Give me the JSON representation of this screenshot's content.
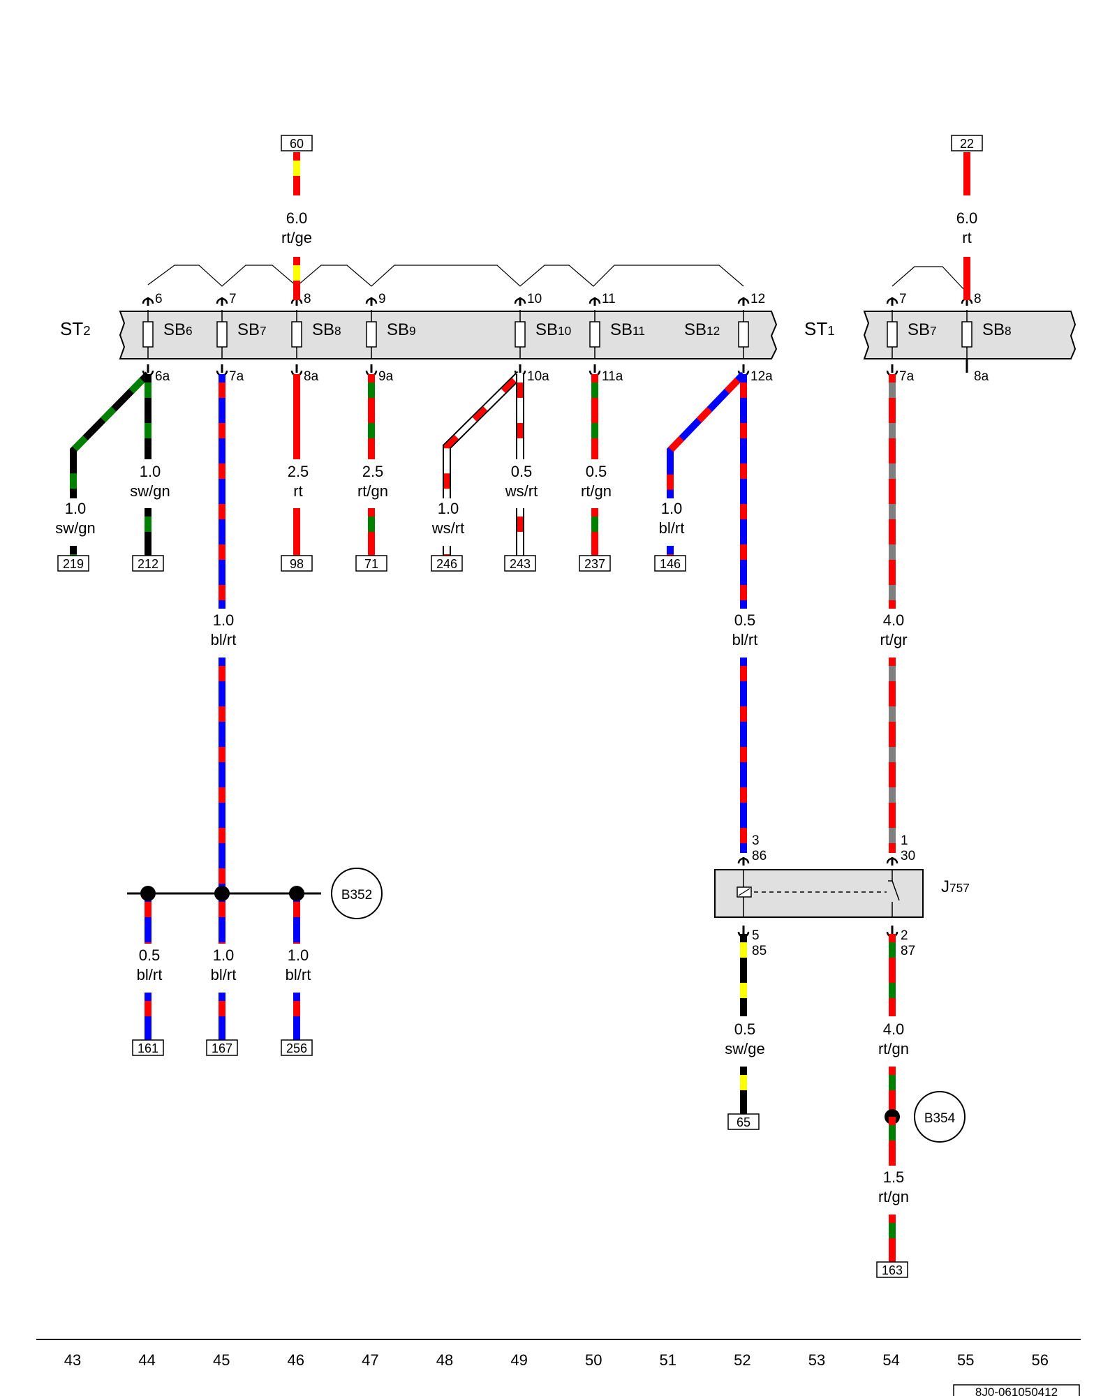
{
  "colors": {
    "rt": "#ff0000",
    "ge": "#ffff00",
    "gn": "#008000",
    "sw": "#000000",
    "bl": "#0000ff",
    "ws": "#ffffff",
    "gr": "#808080",
    "box_fill": "#e0e0e0"
  },
  "top_terminals": [
    {
      "id": "t60",
      "label": "60",
      "gauge": "6.0",
      "color": "rt/ge"
    },
    {
      "id": "t22",
      "label": "22",
      "gauge": "6.0",
      "color": "rt"
    }
  ],
  "fuse_holders": [
    {
      "id": "st2",
      "label": "ST2",
      "label_main": "ST",
      "label_sub": "2"
    },
    {
      "id": "st1",
      "label": "ST1",
      "label_main": "ST",
      "label_sub": "1"
    }
  ],
  "fuses": [
    {
      "label": "SB6",
      "main": "SB",
      "sub": "6",
      "in_pin": "6",
      "out_pin": "6a"
    },
    {
      "label": "SB7",
      "main": "SB",
      "sub": "7",
      "in_pin": "7",
      "out_pin": "7a"
    },
    {
      "label": "SB8",
      "main": "SB",
      "sub": "8",
      "in_pin": "8",
      "out_pin": "8a"
    },
    {
      "label": "SB9",
      "main": "SB",
      "sub": "9",
      "in_pin": "9",
      "out_pin": "9a"
    },
    {
      "label": "SB10",
      "main": "SB",
      "sub": "10",
      "in_pin": "10",
      "out_pin": "10a"
    },
    {
      "label": "SB11",
      "main": "SB",
      "sub": "11",
      "in_pin": "11",
      "out_pin": "11a"
    },
    {
      "label": "SB12",
      "main": "SB",
      "sub": "12",
      "in_pin": "12",
      "out_pin": "12a"
    },
    {
      "label": "SB7",
      "main": "SB",
      "sub": "7",
      "in_pin": "7",
      "out_pin": "7a"
    },
    {
      "label": "SB8",
      "main": "SB",
      "sub": "8",
      "in_pin": "8",
      "out_pin": "8a"
    }
  ],
  "wires": [
    {
      "gauge": "1.0",
      "color": "sw/gn",
      "terminal": "219"
    },
    {
      "gauge": "1.0",
      "color": "sw/gn",
      "terminal": "212"
    },
    {
      "gauge": "1.0",
      "color": "bl/rt"
    },
    {
      "gauge": "2.5",
      "color": "rt",
      "terminal": "98"
    },
    {
      "gauge": "2.5",
      "color": "rt/gn",
      "terminal": "71"
    },
    {
      "gauge": "1.0",
      "color": "ws/rt",
      "terminal": "246"
    },
    {
      "gauge": "0.5",
      "color": "ws/rt",
      "terminal": "243"
    },
    {
      "gauge": "0.5",
      "color": "rt/gn",
      "terminal": "237"
    },
    {
      "gauge": "1.0",
      "color": "bl/rt",
      "terminal": "146"
    },
    {
      "gauge": "0.5",
      "color": "bl/rt"
    },
    {
      "gauge": "4.0",
      "color": "rt/gr"
    },
    {
      "gauge": "0.5",
      "color": "bl/rt",
      "terminal": "161"
    },
    {
      "gauge": "1.0",
      "color": "bl/rt",
      "terminal": "167"
    },
    {
      "gauge": "1.0",
      "color": "bl/rt",
      "terminal": "256"
    },
    {
      "gauge": "0.5",
      "color": "sw/ge",
      "terminal": "65"
    },
    {
      "gauge": "4.0",
      "color": "rt/gn"
    },
    {
      "gauge": "1.5",
      "color": "rt/gn",
      "terminal": "163"
    }
  ],
  "splices": [
    {
      "label": "B352"
    },
    {
      "label": "B354"
    }
  ],
  "relay": {
    "label": "J757",
    "label_main": "J",
    "label_sub": "757",
    "pins": [
      {
        "num": "3",
        "name": "86"
      },
      {
        "num": "1",
        "name": "30"
      },
      {
        "num": "5",
        "name": "85"
      },
      {
        "num": "2",
        "name": "87"
      }
    ]
  },
  "ruler": [
    "43",
    "44",
    "45",
    "46",
    "47",
    "48",
    "49",
    "50",
    "51",
    "52",
    "53",
    "54",
    "55",
    "56"
  ],
  "document_id": "8J0-061050412"
}
